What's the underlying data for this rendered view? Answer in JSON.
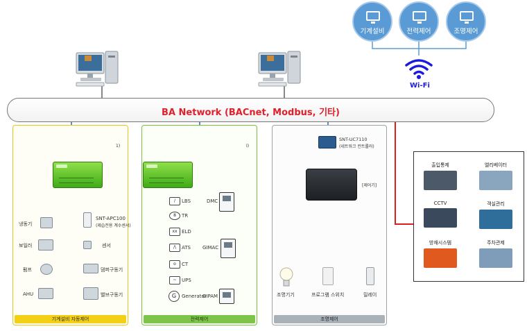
{
  "top_clients": [
    {
      "label": "기계설비",
      "icon": "monitor-icon"
    },
    {
      "label": "전력제어",
      "icon": "monitor-icon"
    },
    {
      "label": "조명제어",
      "icon": "monitor-icon"
    }
  ],
  "wifi": {
    "label": "Wi-Fi",
    "icon": "wifi-icon",
    "color": "#1a1ae0"
  },
  "network": {
    "label": "BA Network (BACnet, Modbus, 기타)",
    "color": "#e0202a"
  },
  "mechanical": {
    "footer": "기계설비 자동제어",
    "corner_mark": "1)",
    "left_devices": [
      "냉동기",
      "보일러",
      "펌프",
      "AHU"
    ],
    "right_devices": [
      "SNT-APC100",
      "(제습전용 계수센서)",
      "센서",
      "댐퍼구동기",
      "밸브구동기"
    ],
    "accent": "#e8c81a"
  },
  "power": {
    "footer": "전력제어",
    "corner_mark": "I)",
    "left_devices": [
      "LBS",
      "TR",
      "ELD",
      "ATS",
      "CT",
      "UPS",
      "Generator"
    ],
    "right_devices": [
      "DMC",
      "GIMAC",
      "GIPAM"
    ],
    "accent": "#77c043"
  },
  "lighting": {
    "footer": "조명제어",
    "controller": [
      "SNT-UC7110",
      "(네트워크 컨트롤러)"
    ],
    "relay_label": "[제어기]",
    "devices": [
      "조명기기",
      "프로그램 스위치",
      "릴레이"
    ],
    "accent": "#9aa2aa"
  },
  "security": {
    "items": [
      {
        "label": "출입통제",
        "color": "#4b5968"
      },
      {
        "label": "엘리베이터",
        "color": "#8aa6bf"
      },
      {
        "label": "CCTV",
        "color": "#3a4a5c"
      },
      {
        "label": "객실관리",
        "color": "#2f6d9a"
      },
      {
        "label": "방재시스템",
        "color": "#e05a1f"
      },
      {
        "label": "주차관제",
        "color": "#7f9cb8"
      }
    ],
    "line_color": "#d8201f"
  }
}
